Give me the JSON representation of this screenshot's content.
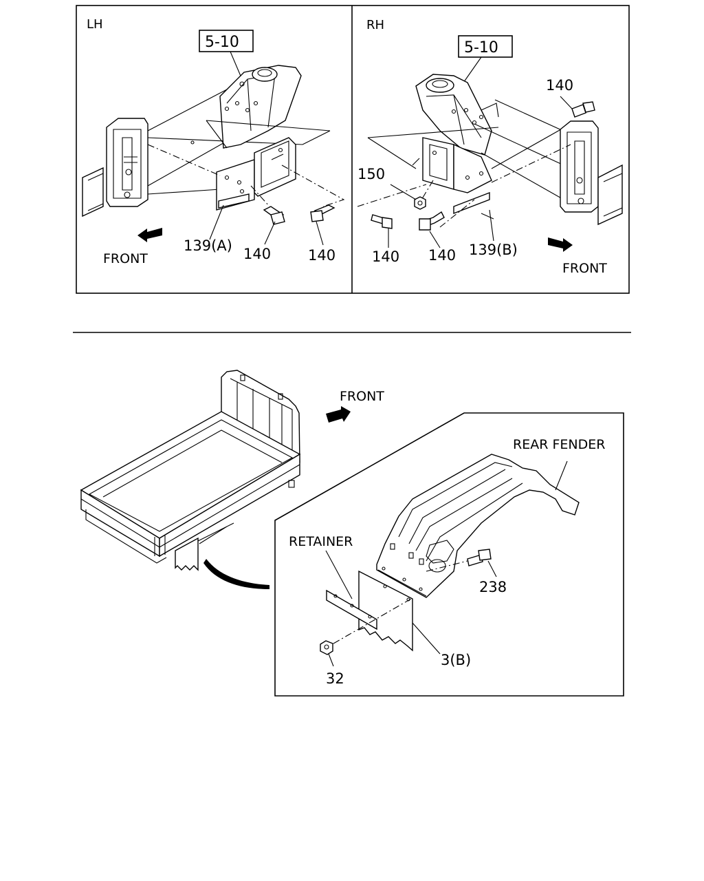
{
  "top_panel": {
    "lh": {
      "side_label": "LH",
      "ref_box": "5-10",
      "callouts": {
        "bracket": "139(A)",
        "bolt_a": "140",
        "bolt_b": "140"
      },
      "front_label": "FRONT"
    },
    "rh": {
      "side_label": "RH",
      "ref_box": "5-10",
      "callouts": {
        "bolt_top": "140",
        "nut": "150",
        "bolt_a": "140",
        "bolt_b": "140",
        "bracket": "139(B)"
      },
      "front_label": "FRONT"
    }
  },
  "bottom_panel": {
    "front_label": "FRONT",
    "detail": {
      "rear_fender": "REAR FENDER",
      "retainer": "RETAINER",
      "bolt": "238",
      "mudflap": "3(B)",
      "nut": "32"
    }
  }
}
